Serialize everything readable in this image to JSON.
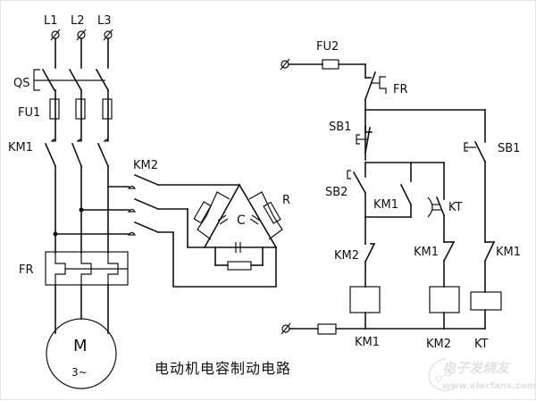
{
  "title": "电动机电容制动电路",
  "main_circuit": {
    "phases": [
      "L1",
      "L2",
      "L3"
    ],
    "switch": "QS",
    "fuse": "FU1",
    "contactor_main": "KM1",
    "contactor_brake": "KM2",
    "thermal_relay": "FR",
    "capacitor": "C",
    "resistor": "R",
    "motor": {
      "label": "M",
      "sub": "3~"
    }
  },
  "control_circuit": {
    "fuse": "FU2",
    "thermal_contact": "FR",
    "stop_button": "SB1",
    "start_button": "SB2",
    "hold_contact": "KM1",
    "timer_contact": "KT",
    "interlock_km2": "KM2",
    "interlock_km1_a": "KM1",
    "interlock_km1_b": "KM1",
    "stop_button_no": "SB1",
    "coils": [
      "KM1",
      "KM2",
      "KT"
    ]
  },
  "watermark": {
    "text": "电子发烧友",
    "url": "www.elecfans.com"
  },
  "colors": {
    "line": "#111111",
    "watermark": "#e2e2e2"
  }
}
